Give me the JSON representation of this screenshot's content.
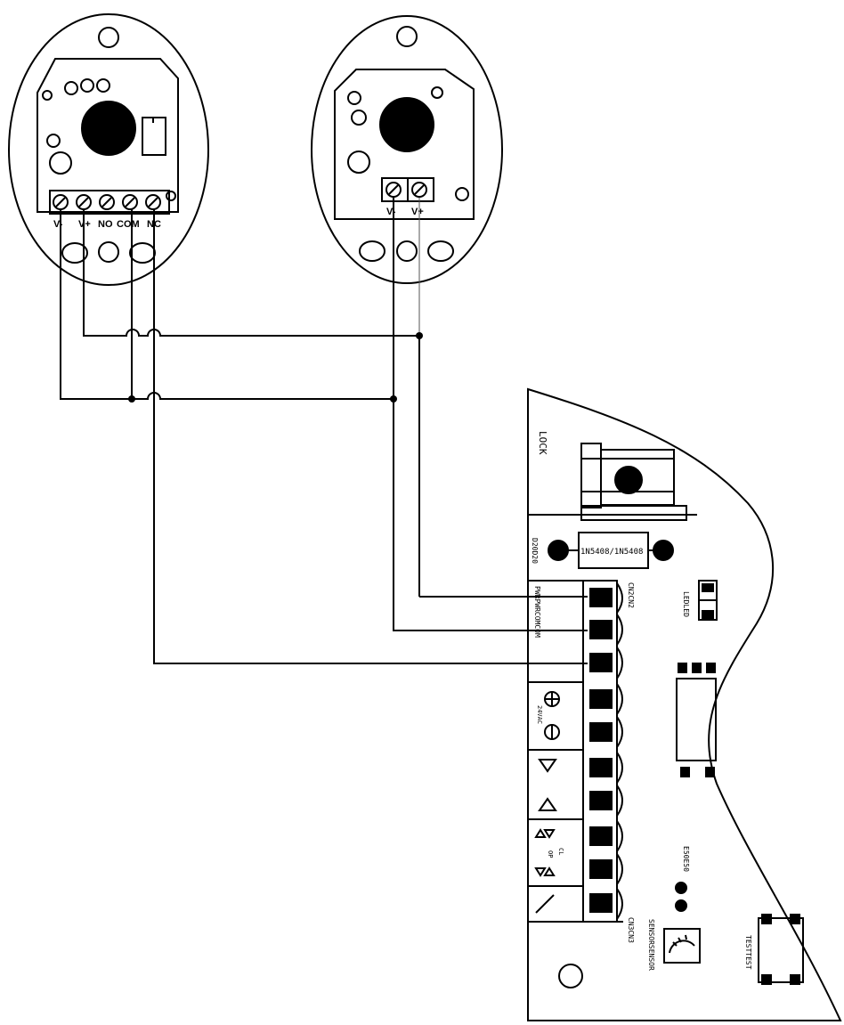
{
  "transmitter": {
    "terminals": [
      "V-",
      "V+"
    ]
  },
  "receiver": {
    "terminals": [
      "V-",
      "V+",
      "NO",
      "COM",
      "NC"
    ]
  },
  "board": {
    "lock_label": "LOCK",
    "diode_label": "1N5408/1N5408",
    "diode_ref": "D20D20",
    "connector_top": "CN2CN2",
    "connector_bottom": "CN3CN3",
    "terminal_group_label": "PWRPWRCOMCOM",
    "led_label": "LEDLED",
    "power_label": "24VAC",
    "cl_label": "CL",
    "op_label": "OP",
    "e_label": "E50E50",
    "sensor_label": "SENSORSENSOR",
    "test_label": "TESTTEST"
  },
  "colors": {
    "line": "#000000",
    "background": "#ffffff",
    "thin_wire": "#555555"
  }
}
